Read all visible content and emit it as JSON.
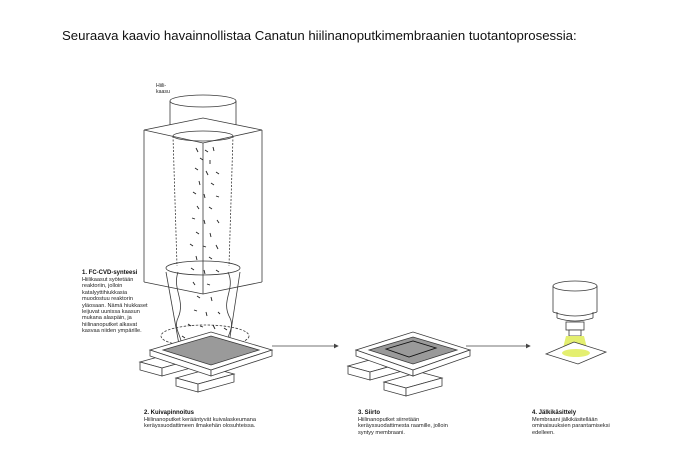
{
  "heading": "Seuraava kaavio havainnollistaa Canatun hiilinanoputkimembraanien tuotantoprosessia:",
  "gas_label": "Hiili-\nkaasu",
  "steps": [
    {
      "title": "1. FC-CVD-synteesi",
      "body": "Hiilikaasut syötetään reaktoriin, jolloin katalyyttihiukkasia muodostuu reaktorin yläosaan. Nämä hiukkaset leijuvat uunissa kaasun mukana alaspäin, ja hiilinanoputket alkavat kasvaa niiden ympärille."
    },
    {
      "title": "2. Kuivapinnoitus",
      "body": "Hiilinanoputket kerääntyvät kuivalaskeumana keräyssuodattimeen ilmakehän olosuhteissa."
    },
    {
      "title": "3. Siirto",
      "body": "Hiilinanoputket siirretään keräyssuodattimesta raamille, jolloin syntyy membraani."
    },
    {
      "title": "4. Jälkikäsittely",
      "body": "Membraani jälkikäsitellään ominaisuuksien parantamiseksi edelleen."
    }
  ],
  "colors": {
    "stroke": "#3a3a3a",
    "filter_fill": "#9a9a9a",
    "highlight": "#e4ef70"
  }
}
